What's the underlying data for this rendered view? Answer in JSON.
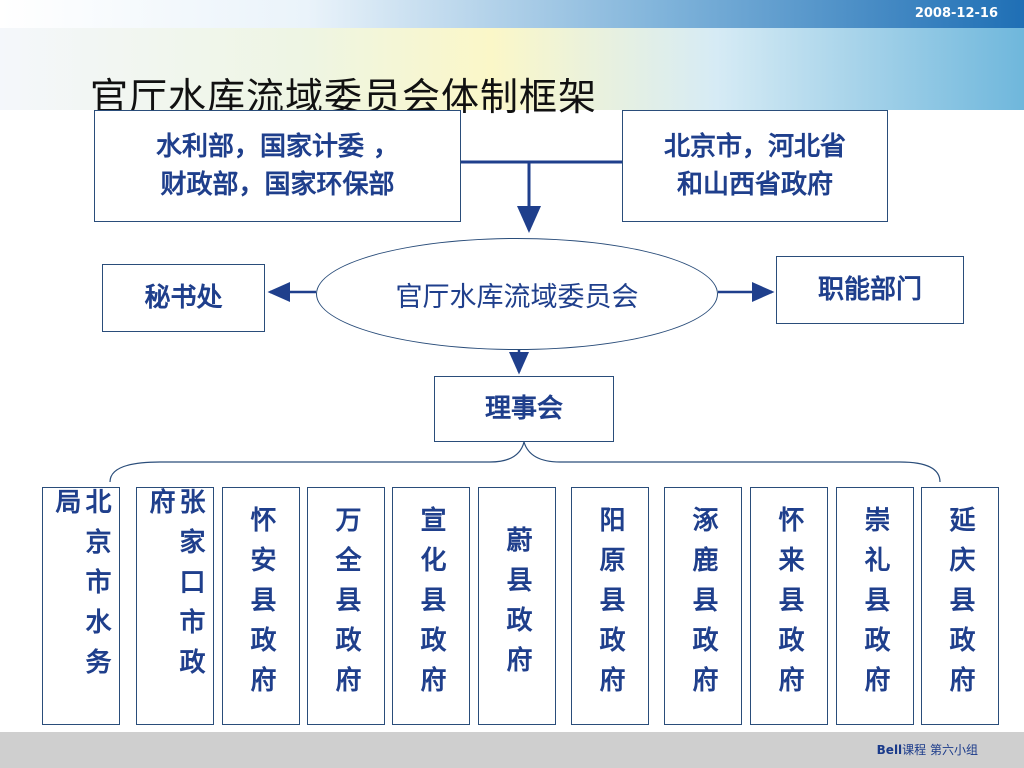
{
  "header": {
    "date": "2008-12-16",
    "title": "官厅水库流域委员会体制框架"
  },
  "diagram": {
    "top_left": [
      "水利部，国家计委 ，",
      "财政部，国家环保部"
    ],
    "top_right": [
      "北京市，河北省",
      "和山西省政府"
    ],
    "committee": "官厅水库流域委员会",
    "secretariat": "秘书处",
    "functional": "职能部门",
    "council": "理事会",
    "members": [
      "北京市水务局",
      "张家口市政府",
      "怀安县政府",
      "万全县政府",
      "宣化县政府",
      "蔚县政府",
      "阳原县政府",
      "涿鹿县政府",
      "怀来县政府",
      "崇礼县政府",
      "延庆县政府"
    ]
  },
  "footer": {
    "brand": "Bell",
    "text": "课程 第六小组"
  }
}
